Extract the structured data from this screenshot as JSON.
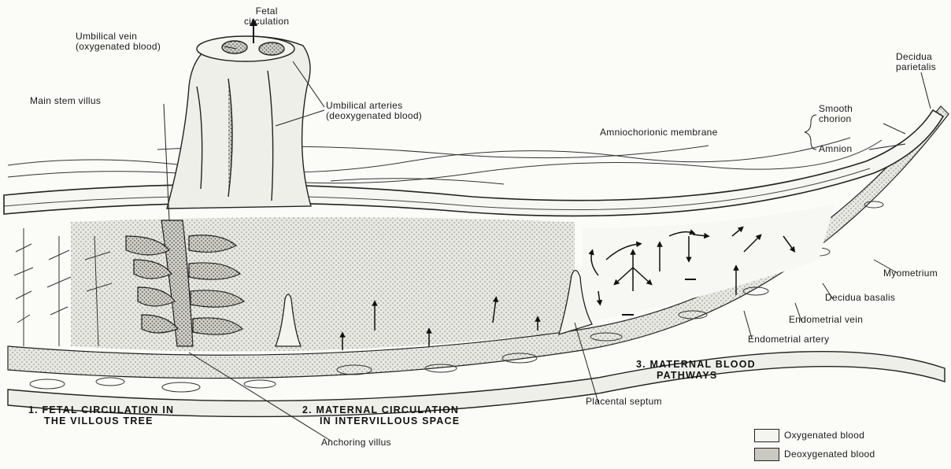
{
  "labels": {
    "fetal_circulation": [
      "Fetal",
      "circulation"
    ],
    "umbilical_vein": [
      "Umbilical vein",
      "(oxygenated blood)"
    ],
    "main_stem_villus": "Main stem villus",
    "umbilical_arteries": [
      "Umbilical arteries",
      "(deoxygenated blood)"
    ],
    "amniochorionic_membrane": "Amniochorionic membrane",
    "smooth_chorion": [
      "Smooth",
      "chorion"
    ],
    "amnion": "Amnion",
    "decidua_parietalis": [
      "Decidua",
      "parietalis"
    ],
    "myometrium": "Myometrium",
    "decidua_basalis": "Decidua basalis",
    "endometrial_vein": "Endometrial vein",
    "endometrial_artery": "Endometrial artery",
    "placental_septum": "Placental septum",
    "anchoring_villus": "Anchoring villus"
  },
  "captions": {
    "fetal": [
      "1.  FETAL CIRCULATION IN",
      "THE VILLOUS TREE"
    ],
    "maternal": [
      "2.  MATERNAL CIRCULATION",
      "IN INTERVILLOUS SPACE"
    ],
    "pathways": [
      "3.  MATERNAL BLOOD",
      "PATHWAYS"
    ]
  },
  "legend": [
    {
      "label": "Oxygenated blood",
      "fill": "#f4f4f0"
    },
    {
      "label": "Deoxygenated blood",
      "fill": "#c9c9c2"
    }
  ]
}
